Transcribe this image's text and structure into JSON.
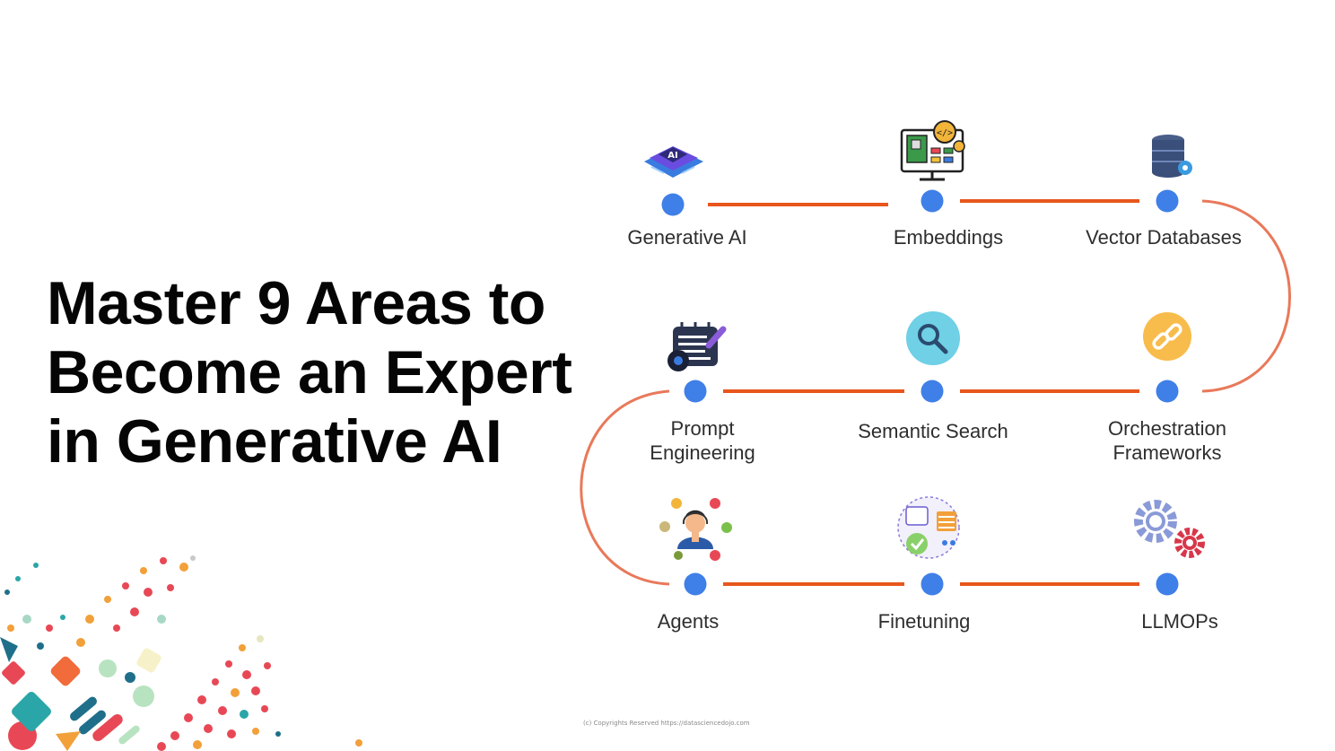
{
  "title_lines": [
    "Master 9 Areas to",
    "Become an Expert",
    "in Generative AI"
  ],
  "nodes": [
    {
      "id": "generative-ai",
      "label_lines": [
        "Generative AI"
      ],
      "icon": "ai-chip-icon"
    },
    {
      "id": "embeddings",
      "label_lines": [
        "Embeddings"
      ],
      "icon": "computer-code-icon"
    },
    {
      "id": "vector-databases",
      "label_lines": [
        "Vector Databases"
      ],
      "icon": "database-gear-icon"
    },
    {
      "id": "prompt-engineering",
      "label_lines": [
        "Prompt",
        "Engineering"
      ],
      "icon": "notepad-pen-icon"
    },
    {
      "id": "semantic-search",
      "label_lines": [
        "Semantic Search"
      ],
      "icon": "magnifier-icon"
    },
    {
      "id": "orchestration-frameworks",
      "label_lines": [
        "Orchestration",
        "Frameworks"
      ],
      "icon": "chain-link-icon"
    },
    {
      "id": "agents",
      "label_lines": [
        "Agents"
      ],
      "icon": "support-agent-icon"
    },
    {
      "id": "finetuning",
      "label_lines": [
        "Finetuning"
      ],
      "icon": "tuning-check-icon"
    },
    {
      "id": "llmops",
      "label_lines": [
        "LLMOPs"
      ],
      "icon": "gears-icon"
    }
  ],
  "copyright": "(c) Copyrights Reserved  https://datasciencedojo.com",
  "colors": {
    "node": "#3f7fe8",
    "connector": "#e8561c",
    "curve": "#e8795a",
    "title": "#050505",
    "label": "#2e2e2e"
  }
}
